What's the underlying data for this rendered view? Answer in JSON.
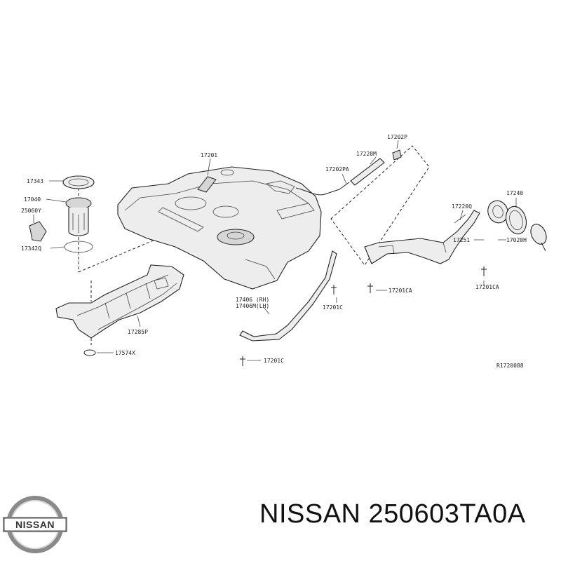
{
  "diagram": {
    "part_labels": {
      "p17343": "17343",
      "p17040": "17040",
      "p25060y": "25060Y",
      "p17342q": "17342Q",
      "p17201": "17201",
      "p17202pa": "17202PA",
      "p17228m": "17228M",
      "p17202p": "17202P",
      "p17220q": "17220Q",
      "p17240": "17240",
      "p17251": "17251",
      "p17020h": "17020H",
      "p17201ca_a": "17201CA",
      "p17201ca_b": "17201CA",
      "p17406": "17406 (RH)",
      "p17406m": "17406M(LH)",
      "p17201c_a": "17201C",
      "p17201c_b": "17201C",
      "p17285p": "17285P",
      "p17574x": "17574X"
    },
    "reference_code": "R1720088"
  },
  "logo": {
    "text": "NISSAN"
  },
  "caption": {
    "text": "NISSAN 250603TA0A"
  }
}
